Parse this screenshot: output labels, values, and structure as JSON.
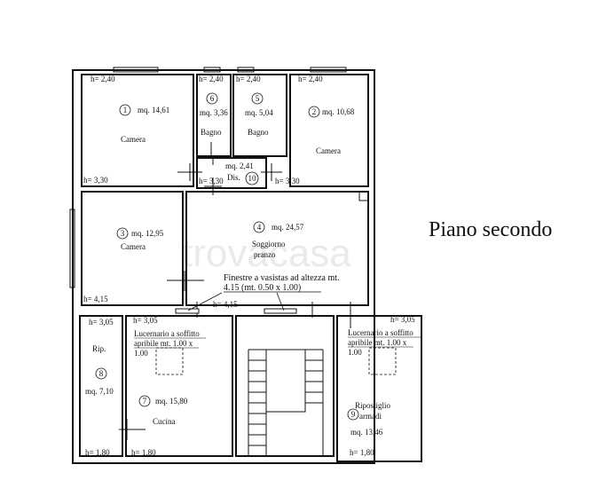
{
  "title": "Piano secondo",
  "watermark": "trovacasa",
  "heights": {
    "h240_a": "h= 2,40",
    "h240_b": "h= 2,40",
    "h240_c": "h= 2,40",
    "h240_d": "h= 2,40",
    "h330_a": "h= 3,30",
    "h330_b": "h= 3,30",
    "h330_c": "h= 3,30",
    "h415_a": "h= 4,15",
    "h415_b": "h= 4,15",
    "h305_a": "h= 3,05",
    "h305_b": "h= 3,05",
    "h305_c": "h= 3,05",
    "h180_a": "h= 1,80",
    "h180_b": "h= 1,80",
    "h180_c": "h= 1,80"
  },
  "rooms": [
    {
      "num": "1",
      "area": "mq. 14,61",
      "name": "Camera"
    },
    {
      "num": "2",
      "area": "mq. 10,68",
      "name": "Camera"
    },
    {
      "num": "3",
      "area": "mq. 12,95",
      "name": "Camera"
    },
    {
      "num": "4",
      "area": "mq. 24,57",
      "name1": "Soggiorno",
      "name2": "pranzo"
    },
    {
      "num": "5",
      "area": "mq. 5,04",
      "name": "Bagno"
    },
    {
      "num": "6",
      "area": "mq. 3,36",
      "name": "Bagno"
    },
    {
      "num": "7",
      "area": "mq. 15,80",
      "name": "Cucina"
    },
    {
      "num": "8",
      "area": "mq. 7,10",
      "name": "Rip."
    },
    {
      "num": "9",
      "area": "mq. 13,46",
      "name1": "Ripostiglio",
      "name2": "armadi"
    },
    {
      "num": "10",
      "area": "mq. 2,41",
      "name": "Dis."
    }
  ],
  "notes": {
    "window_line1": "Finestre a vasistas ad altezza mt.",
    "window_line2": "4.15 (mt. 0.50 x 1.00)",
    "skylight_a_line1": "Lucernario a soffitto",
    "skylight_a_line2": "apribile mt. 1.00 x",
    "skylight_a_line3": "1.00",
    "skylight_b_line1": "Lucernario a soffitto",
    "skylight_b_line2": "apribile mt. 1.00 x",
    "skylight_b_line3": "1.00"
  }
}
